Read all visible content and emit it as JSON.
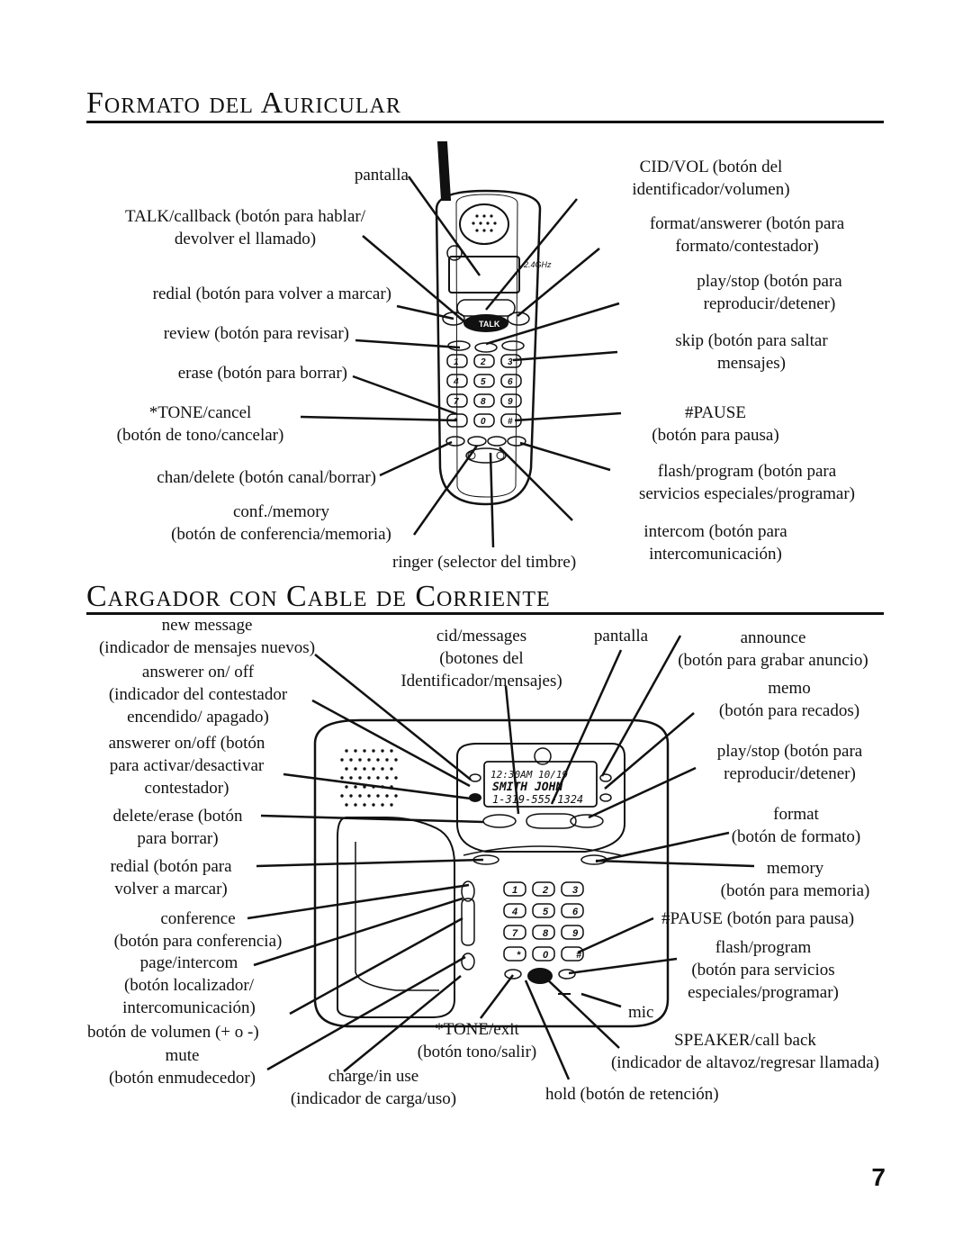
{
  "section1_title": "Formato del Auricular",
  "section2_title": "Cargador con Cable de Corriente",
  "handset": {
    "pantalla": "pantalla",
    "talk_l1": "TALK/callback (botón para hablar/",
    "talk_l2": "devolver el llamado)",
    "redial": "redial (botón para volver a marcar)",
    "review": "review (botón para revisar)",
    "erase": "erase (botón para borrar)",
    "tone_l1": "*TONE/cancel",
    "tone_l2": "(botón de tono/cancelar)",
    "chan": "chan/delete (botón canal/borrar)",
    "conf_l1": "conf./memory",
    "conf_l2": "(botón de conferencia/memoria)",
    "ringer": "ringer (selector del timbre)",
    "cid_l1": "CID/VOL (botón del",
    "cid_l2": "identificador/volumen)",
    "format_l1": "format/answerer (botón para",
    "format_l2": "formato/contestador)",
    "play_l1": "play/stop (botón para",
    "play_l2": "reproducir/detener)",
    "skip_l1": "skip (botón para saltar",
    "skip_l2": "mensajes)",
    "pause_l1": "#PAUSE",
    "pause_l2": "(botón para pausa)",
    "flash_l1": "flash/program (botón para",
    "flash_l2": "servicios especiales/programar)",
    "intercom_l1": "intercom (botón para",
    "intercom_l2": "intercomunicación)"
  },
  "base": {
    "newmsg_l1": "new message",
    "newmsg_l2": "(indicador de mensajes nuevos)",
    "answ_l1": "answerer on/ off",
    "answ_l2": "(indicador del contestador",
    "answ_l3": "encendido/ apagado)",
    "answbtn_l1": "answerer on/off (botón",
    "answbtn_l2": "para activar/desactivar",
    "answbtn_l3": "contestador)",
    "delete_l1": "delete/erase (botón",
    "delete_l2": "para borrar)",
    "redial_l1": "redial (botón para",
    "redial_l2": "volver a marcar)",
    "conf_l1": "conference",
    "conf_l2": "(botón para conferencia)",
    "page_l1": "page/intercom",
    "page_l2": "(botón localizador/",
    "page_l3": "intercomunicación)",
    "vol": "botón de volumen (+ o -)",
    "mute_l1": "mute",
    "mute_l2": "(botón enmudecedor)",
    "charge_l1": "charge/in use",
    "charge_l2": "(indicador de carga/uso)",
    "cid_l1": "cid/messages",
    "cid_l2": "(botones del",
    "cid_l3": "Identificador/mensajes)",
    "pantalla": "pantalla",
    "announce_l1": "announce",
    "announce_l2": "(botón para grabar anuncio)",
    "memo_l1": "memo",
    "memo_l2": "(botón para recados)",
    "play_l1": "play/stop (botón para",
    "play_l2": "reproducir/detener)",
    "format_l1": "format",
    "format_l2": "(botón de formato)",
    "memory_l1": "memory",
    "memory_l2": "(botón para memoria)",
    "pause": "#PAUSE (botón para pausa)",
    "flash_l1": "flash/program",
    "flash_l2": "(botón para servicios",
    "flash_l3": "especiales/programar)",
    "mic": "mic",
    "speaker_l1": "SPEAKER/call back",
    "speaker_l2": "(indicador de altavoz/regresar llamada)",
    "tone_l1": "*TONE/exit",
    "tone_l2": "(botón tono/salir)",
    "hold": "hold (botón de retención)",
    "lcd_line1": "12:30AM  10/19",
    "lcd_line2": "SMITH JOHN",
    "lcd_line3": "1-319-555-1324"
  },
  "page_number": "7"
}
